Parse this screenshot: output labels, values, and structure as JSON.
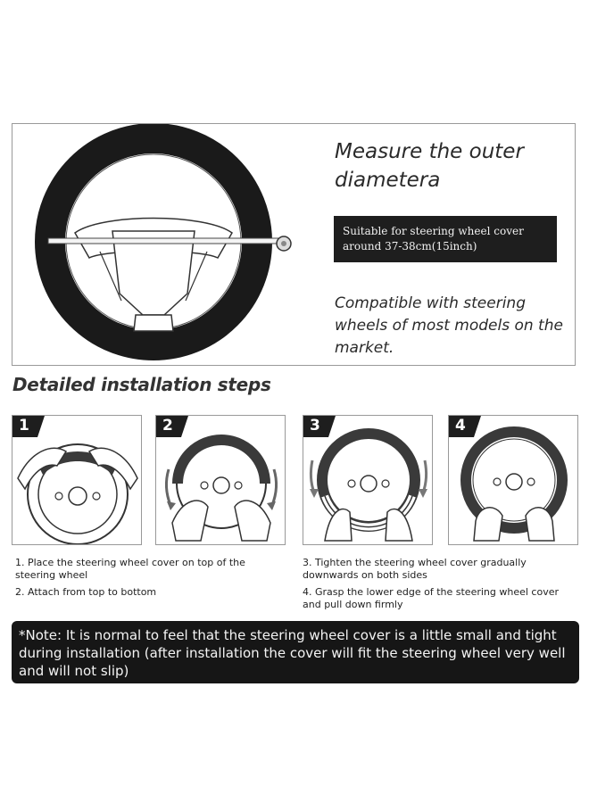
{
  "measure": {
    "title": "Measure the outer diametera",
    "size_badge": "Suitable for steering wheel cover around 37-38cm(15inch)",
    "compatibility": "Compatible with steering wheels of most models on the market."
  },
  "installation": {
    "heading": "Detailed installation steps",
    "steps": [
      {
        "number": "1",
        "caption": "1. Place the steering wheel cover on top of the steering wheel"
      },
      {
        "number": "2",
        "caption": "2. Attach from top to bottom"
      },
      {
        "number": "3",
        "caption": "3. Tighten the steering wheel cover gradually downwards on both sides"
      },
      {
        "number": "4",
        "caption": "4. Grasp the lower edge of the steering wheel cover and pull down firmly"
      }
    ]
  },
  "note": {
    "text": "*Note: It is normal to feel that the steering wheel cover is a little small and tight during installation (after installation the cover will fit the steering wheel very well and will not slip)"
  },
  "colors": {
    "dark": "#1e1e1e",
    "border": "#999999",
    "cover": "#3a3a3a"
  }
}
